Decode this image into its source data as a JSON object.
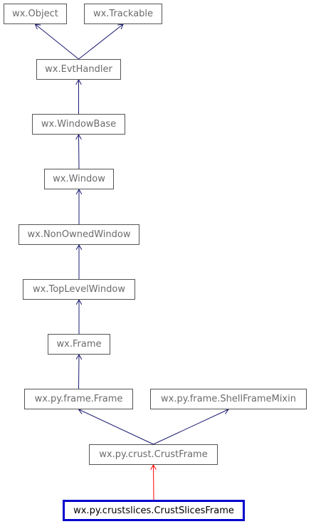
{
  "diagram": {
    "type": "class-inheritance-graph",
    "colors": {
      "edge": "#191970",
      "edge_current": "#ff0000",
      "node_border": "#555555",
      "current_border": "#0000cc",
      "node_text": "#6b6b6b"
    },
    "nodes": {
      "object": "wx.Object",
      "trackable": "wx.Trackable",
      "evthandler": "wx.EvtHandler",
      "windowbase": "wx.WindowBase",
      "window": "wx.Window",
      "nonownedwindow": "wx.NonOwnedWindow",
      "toplevelwindow": "wx.TopLevelWindow",
      "frame": "wx.Frame",
      "pyframe": "wx.py.frame.Frame",
      "shellframemixin": "wx.py.frame.ShellFrameMixin",
      "crustframe": "wx.py.crust.CrustFrame",
      "crustslicesframe": "wx.py.crustslices.CrustSlicesFrame"
    },
    "edges": [
      {
        "from": "evthandler",
        "to": "object"
      },
      {
        "from": "evthandler",
        "to": "trackable"
      },
      {
        "from": "windowbase",
        "to": "evthandler"
      },
      {
        "from": "window",
        "to": "windowbase"
      },
      {
        "from": "nonownedwindow",
        "to": "window"
      },
      {
        "from": "toplevelwindow",
        "to": "nonownedwindow"
      },
      {
        "from": "frame",
        "to": "toplevelwindow"
      },
      {
        "from": "pyframe",
        "to": "frame"
      },
      {
        "from": "crustframe",
        "to": "pyframe"
      },
      {
        "from": "crustframe",
        "to": "shellframemixin"
      },
      {
        "from": "crustslicesframe",
        "to": "crustframe",
        "current": true
      }
    ]
  }
}
